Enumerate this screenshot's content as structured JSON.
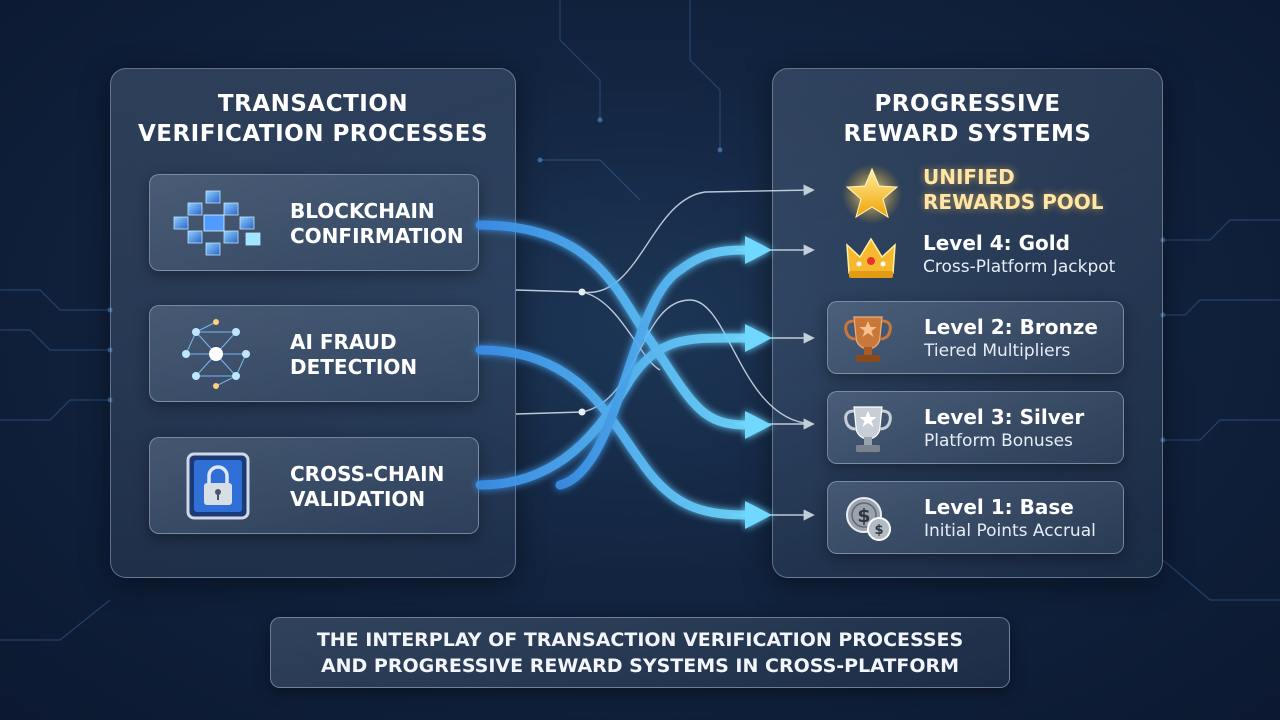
{
  "left_panel": {
    "title_line1": "TRANSACTION",
    "title_line2": "VERIFICATION PROCESSES",
    "processes": [
      {
        "line1": "BLOCKCHAIN",
        "line2": "CONFIRMATION",
        "icon": "blockchain-cubes-icon"
      },
      {
        "line1": "AI FRAUD",
        "line2": "DETECTION",
        "icon": "neural-network-icon"
      },
      {
        "line1": "CROSS-CHAIN",
        "line2": "VALIDATION",
        "icon": "padlock-screen-icon"
      }
    ]
  },
  "right_panel": {
    "title_line1": "PROGRESSIVE",
    "title_line2": "REWARD SYSTEMS",
    "pool": {
      "line1": "UNIFIED",
      "line2": "REWARDS POOL",
      "icon": "star-icon"
    },
    "levels": [
      {
        "name": "Level 4: Gold",
        "desc": "Cross-Platform Jackpot",
        "icon": "crown-icon"
      },
      {
        "name": "Level 2: Bronze",
        "desc": "Tiered Multipliers",
        "icon": "bronze-trophy-icon"
      },
      {
        "name": "Level 3: Silver",
        "desc": "Platform Bonuses",
        "icon": "silver-trophy-icon"
      },
      {
        "name": "Level 1: Base",
        "desc": "Initial Points Accrual",
        "icon": "coins-icon"
      }
    ]
  },
  "caption": {
    "line1": "THE INTERPLAY OF TRANSACTION VERIFICATION PROCESSES",
    "line2": "AND PROGRESSIVE REWARD SYSTEMS IN CROSS-PLATFORM"
  },
  "colors": {
    "background": "#122440",
    "flow_arrow": "#4fc3ff",
    "thin_connector": "#d8e4f0",
    "pool_text": "#ffe6a8",
    "gold": "#f5b82e",
    "bronze": "#c9773a",
    "silver": "#c8ced6"
  }
}
